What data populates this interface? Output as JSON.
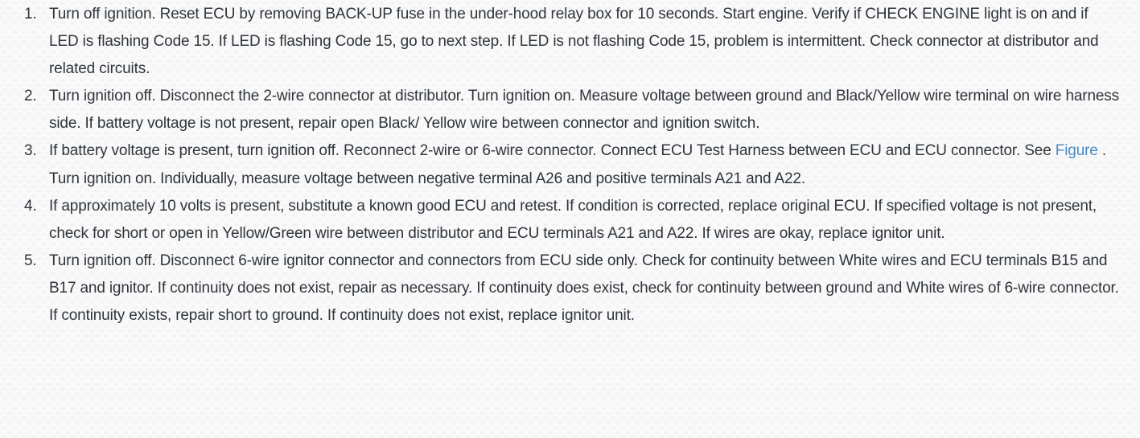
{
  "document": {
    "text_color": "#2f353a",
    "link_color": "#4b8ac0",
    "steps": [
      {
        "number": "1.",
        "text": "Turn off ignition. Reset ECU by removing BACK-UP fuse in the under-hood relay box for 10 seconds. Start engine. Verify if CHECK ENGINE light is on and if LED is flashing Code 15. If LED is flashing Code 15, go to next step. If LED is not flashing Code 15, problem is intermittent. Check connector at distributor and related circuits."
      },
      {
        "number": "2.",
        "text": "Turn ignition off. Disconnect the 2-wire connector at distributor. Turn ignition on. Measure voltage between ground and Black/Yellow wire terminal on wire harness side. If battery voltage is not present, repair open Black/ Yellow wire between connector and ignition switch."
      },
      {
        "number": "3.",
        "text_before_link": "If battery voltage is present, turn ignition off. Reconnect 2-wire or 6-wire connector. Connect ECU Test Harness between ECU and ECU connector. See ",
        "link_text": "Figure",
        "text_after_link": " . Turn ignition on. Individually, measure voltage between negative terminal A26 and positive terminals A21 and A22."
      },
      {
        "number": "4.",
        "text": "If approximately 10 volts is present, substitute a known good ECU and retest. If condition is corrected, replace original ECU. If specified voltage is not present, check for short or open in Yellow/Green wire between distributor and ECU terminals A21 and A22. If wires are okay, replace ignitor unit."
      },
      {
        "number": "5.",
        "text": "Turn ignition off. Disconnect 6-wire ignitor connector and connectors from ECU side only. Check for continuity between White wires and ECU terminals B15 and B17 and ignitor. If continuity does not exist, repair as necessary. If continuity does exist, check for continuity between ground and White wires of 6-wire connector. If continuity exists, repair short to ground. If continuity does not exist, replace ignitor unit."
      }
    ]
  }
}
